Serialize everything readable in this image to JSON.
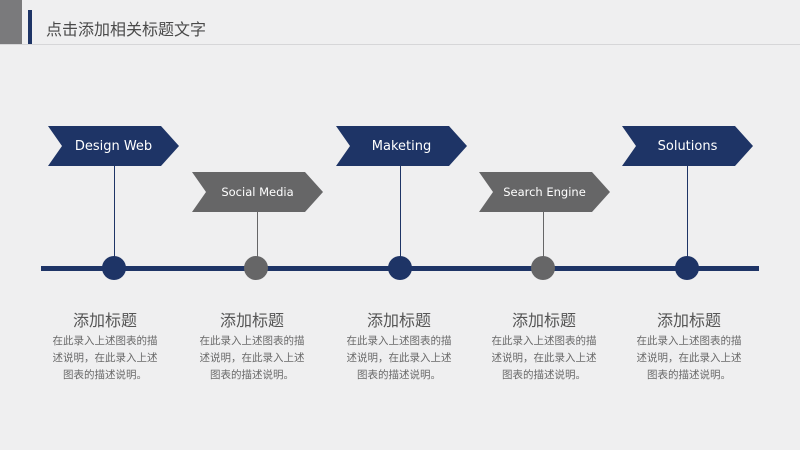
{
  "header": {
    "title": "点击添加相关标题文字"
  },
  "colors": {
    "primary": "#1e3466",
    "secondary": "#666667",
    "background": "#efeff0"
  },
  "timeline": [
    {
      "label": "Design Web",
      "heading": "添加标题",
      "desc": "在此录入上述图表的描述说明，在此录入上述图表的描述说明。"
    },
    {
      "label": "Social Media",
      "heading": "添加标题",
      "desc": "在此录入上述图表的描述说明，在此录入上述图表的描述说明。"
    },
    {
      "label": "Maketing",
      "heading": "添加标题",
      "desc": "在此录入上述图表的描述说明，在此录入上述图表的描述说明。"
    },
    {
      "label": "Search Engine",
      "heading": "添加标题",
      "desc": "在此录入上述图表的描述说明，在此录入上述图表的描述说明。"
    },
    {
      "label": "Solutions",
      "heading": "添加标题",
      "desc": "在此录入上述图表的描述说明，在此录入上述图表的描述说明。"
    }
  ]
}
